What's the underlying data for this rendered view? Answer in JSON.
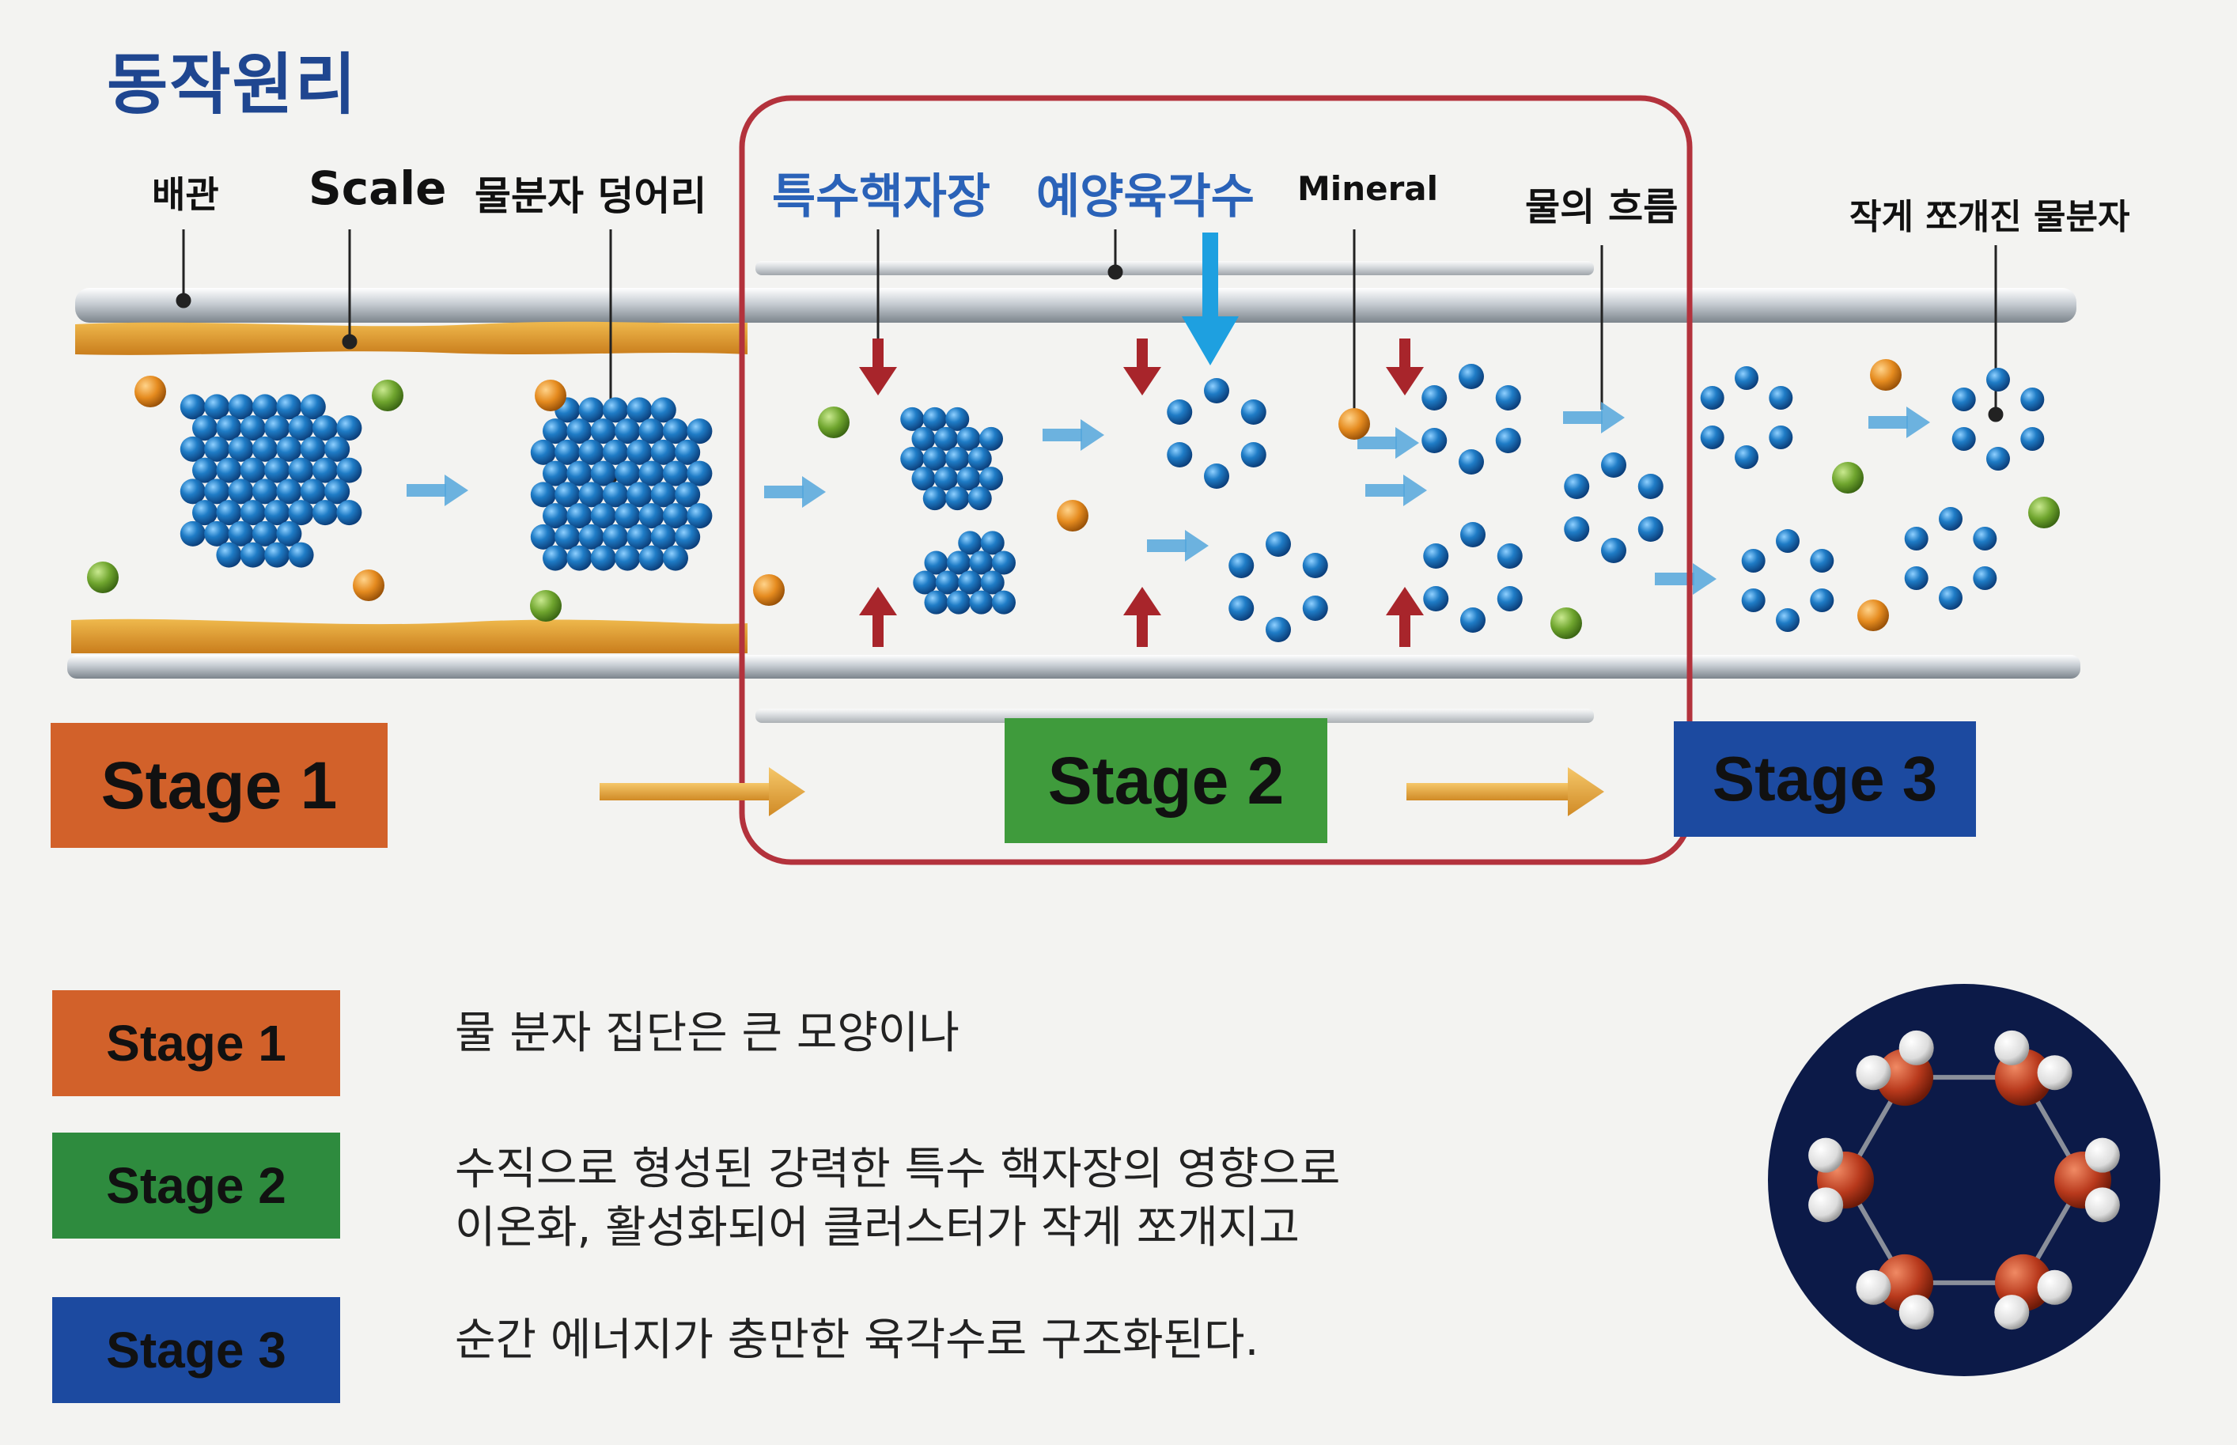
{
  "title": "동작원리",
  "labels": {
    "pipe": "배관",
    "scale": "Scale",
    "cluster": "물분자 덩어리",
    "magnetic_field": "특수핵자장",
    "hexagonal_water": "예양육각수",
    "mineral": "Mineral",
    "water_flow": "물의 흐름",
    "small_molecules": "작게 쪼개진 물분자"
  },
  "stages": {
    "s1": "Stage 1",
    "s2": "Stage 2",
    "s3": "Stage 3"
  },
  "legend": [
    {
      "label": "Stage 1",
      "color": "#d2612a",
      "text": [
        "물 분자 집단은 큰 모양이나"
      ]
    },
    {
      "label": "Stage 2",
      "color": "#2e8b3e",
      "text": [
        "수직으로 형성된 강력한 특수 핵자장의 영향으로",
        "이온화, 활성화되어 클러스터가 작게 쪼개지고"
      ]
    },
    {
      "label": "Stage 3",
      "color": "#1c4aa0",
      "text": [
        "순간 에너지가 충만한 육각수로 구조화된다."
      ]
    }
  ],
  "colors": {
    "title": "#1f4690",
    "highlight_frame": "#b3323c",
    "magnetic_label": "#2a62b8",
    "scale": "#d9962c",
    "molecule": "#1b6fb8",
    "field_arrow": "#a8252b",
    "flow_arrow": "#54a6dc",
    "callout_arrow": "#1ea0e0"
  }
}
